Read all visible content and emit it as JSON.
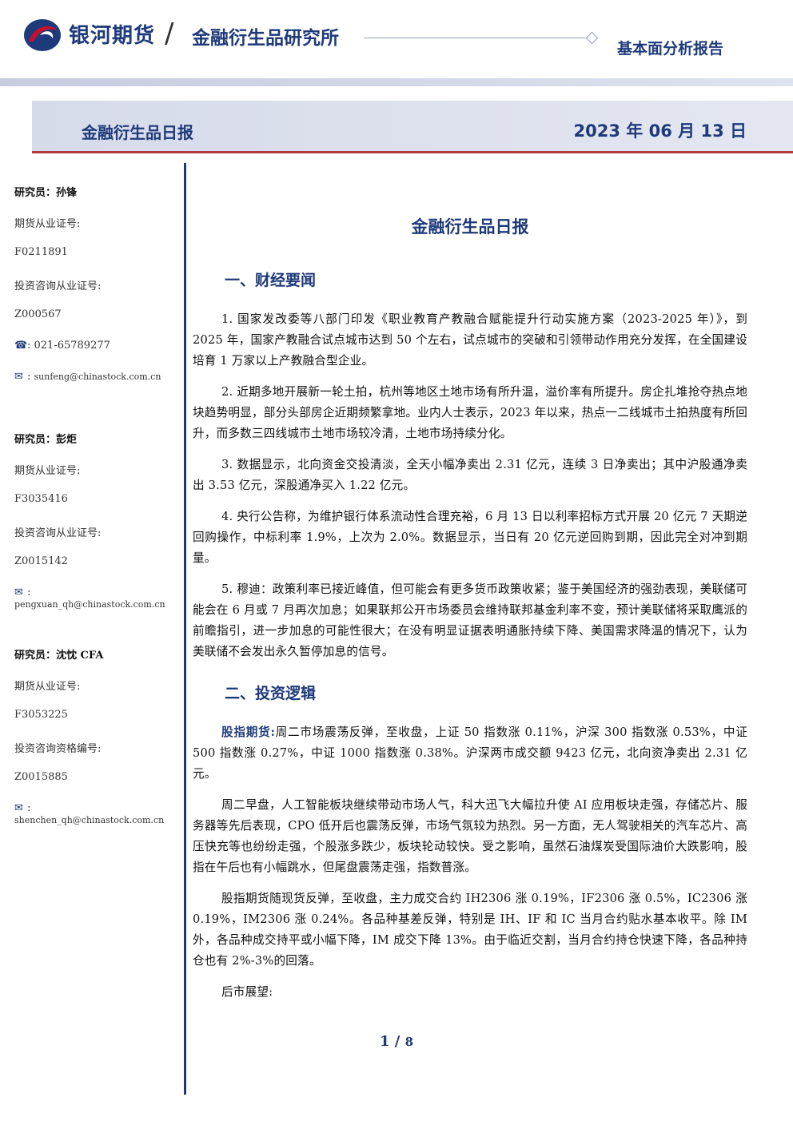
{
  "header": {
    "brand": "银河期货",
    "institute": "金融衍生品研究所",
    "report_type": "基本面分析报告",
    "colors": {
      "brand_blue": "#1e3a7a",
      "brand_red": "#c8102e"
    }
  },
  "titlebar": {
    "title": "金融衍生品日报",
    "date": "2023 年 06 月 13 日"
  },
  "researchers": [
    {
      "label": "研究员：孙锋",
      "cert_label": "期货从业证号:",
      "cert": "F0211891",
      "consult_label": "投资咨询从业证号:",
      "consult": "Z000567",
      "phone": "021-65789277",
      "email": "sunfeng@chinastock.com.cn"
    },
    {
      "label": "研究员：彭炬",
      "cert_label": "期货从业证号:",
      "cert": "F3035416",
      "consult_label": "投资咨询从业证号:",
      "consult": "Z0015142",
      "email": "pengxuan_qh@chinastock.com.cn"
    },
    {
      "label": "研究员：沈忱 CFA",
      "cert_label": "期货从业证号:",
      "cert": "F3053225",
      "consult_label": "投资咨询资格编号:",
      "consult": "Z0015885",
      "email": "shenchen_qh@chinastock.com.cn"
    }
  ],
  "icons": {
    "phone": "phone-icon",
    "email": "email-icon"
  },
  "main": {
    "title": "金融衍生品日报",
    "section1": "一、财经要闻",
    "news": [
      "1. 国家发改委等八部门印发《职业教育产教融合赋能提升行动实施方案（2023-2025 年）》，到 2025 年，国家产教融合试点城市达到 50 个左右，试点城市的突破和引领带动作用充分发挥，在全国建设培育 1 万家以上产教融合型企业。",
      "2. 近期多地开展新一轮土拍，杭州等地区土地市场有所升温，溢价率有所提升。房企扎堆抢夺热点地块趋势明显，部分头部房企近期频繁拿地。业内人士表示，2023 年以来，热点一二线城市土拍热度有所回升，而多数三四线城市土地市场较冷清，土地市场持续分化。",
      "3. 数据显示，北向资金交投清淡，全天小幅净卖出 2.31 亿元，连续 3 日净卖出；其中沪股通净卖出 3.53 亿元，深股通净买入 1.22 亿元。",
      "4. 央行公告称，为维护银行体系流动性合理充裕，6 月 13 日以利率招标方式开展 20 亿元 7 天期逆回购操作，中标利率 1.9%，上次为 2.0%。数据显示，当日有 20 亿元逆回购到期，因此完全对冲到期量。",
      "5. 穆迪：政策利率已接近峰值，但可能会有更多货币政策收紧；鉴于美国经济的强劲表现，美联储可能会在 6 月或 7 月再次加息；如果联邦公开市场委员会维持联邦基金利率不变，预计美联储将采取鹰派的前瞻指引，进一步加息的可能性很大；在没有明显证据表明通胀持续下降、美国需求降温的情况下，认为美联储不会发出永久暂停加息的信号。"
    ],
    "section2": "二、投资逻辑",
    "logic_lead": "股指期货:",
    "logic_first": "周二市场震荡反弹，至收盘，上证 50 指数涨 0.11%，沪深 300 指数涨 0.53%，中证 500 指数涨 0.27%，中证 1000 指数涨 0.38%。沪深两市成交额 9423 亿元，北向资净卖出 2.31 亿元。",
    "logic_p2": "周二早盘，人工智能板块继续带动市场人气，科大迅飞大幅拉升使 AI 应用板块走强，存储芯片、服务器等先后表现，CPO 低开后也震荡反弹，市场气氛较为热烈。另一方面，无人驾驶相关的汽车芯片、高压快充等也纷纷走强，个股涨多跌少，板块轮动较快。受之影响，虽然石油煤炭受国际油价大跌影响，股指在午后也有小幅跳水，但尾盘震荡走强，指数普涨。",
    "logic_p3": "股指期货随现货反弹，至收盘，主力成交合约 IH2306 涨 0.19%，IF2306 涨 0.5%，IC2306 涨 0.19%，IM2306 涨 0.24%。各品种基差反弹，特别是 IH、IF 和 IC 当月合约贴水基本收平。除 IM 外，各品种成交持平或小幅下降，IM 成交下降 13%。由于临近交割，当月合约持仓快速下降，各品种持仓也有 2%-3%的回落。",
    "outlook": "后市展望:"
  },
  "footer": {
    "page": "1",
    "sep": "/",
    "total": "8"
  }
}
